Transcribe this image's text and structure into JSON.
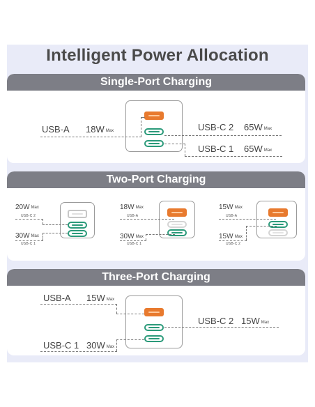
{
  "title": "Intelligent Power Allocation",
  "sections": {
    "single": {
      "header": "Single-Port Charging",
      "usba_label": "USB-A",
      "usba_watt": "18W",
      "usbc2_label": "USB-C 2",
      "usbc2_watt": "65W",
      "usbc1_label": "USB-C 1",
      "usbc1_watt": "65W"
    },
    "two": {
      "header": "Two-Port Charging",
      "left": {
        "top_watt": "20W",
        "top_port": "USB-C 2",
        "bottom_watt": "30W",
        "bottom_port": "USB-C 1"
      },
      "middle": {
        "top_watt": "18W",
        "top_port": "USB-A",
        "bottom_watt": "30W",
        "bottom_port": "USB-C 1"
      },
      "right": {
        "top_watt": "15W",
        "top_port": "USB-A",
        "bottom_watt": "15W",
        "bottom_port": "USB-C 2"
      }
    },
    "three": {
      "header": "Three-Port Charging",
      "usba_label": "USB-A",
      "usba_watt": "15W",
      "usbc2_label": "USB-C 2",
      "usbc2_watt": "15W",
      "usbc1_label": "USB-C 1",
      "usbc1_watt": "30W"
    }
  },
  "max_word": "Max",
  "colors": {
    "usb_a": "#e87a2e",
    "usb_c": "#2b9a7a",
    "header_bg": "#7d7e86",
    "page_bg": "#e9ebf8"
  }
}
